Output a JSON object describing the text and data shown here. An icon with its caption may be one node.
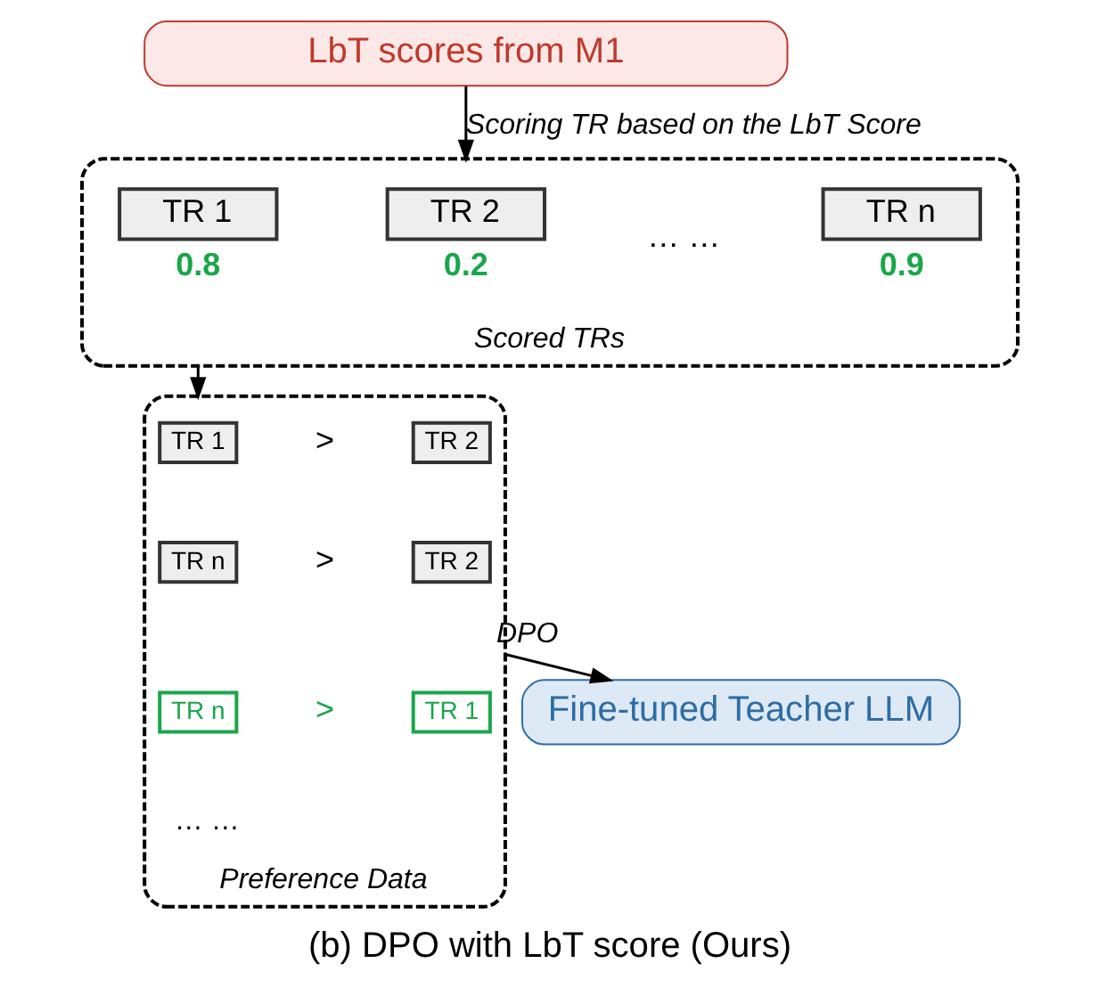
{
  "diagram": {
    "caption": "(b) DPO with LbT score (Ours)",
    "nodes": [
      {
        "text": [
          "LbT scores from M1"
        ]
      },
      {
        "text": [
          "Scored TRs"
        ]
      },
      {
        "text": [
          "TR 1"
        ],
        "in": 1,
        "beside": [
          "0.8"
        ]
      },
      {
        "text": [
          "TR 2"
        ],
        "in": 1,
        "beside": [
          "0.2"
        ]
      },
      {
        "text": [
          "TR n"
        ],
        "in": 1,
        "beside": [
          "0.9"
        ]
      },
      {
        "text": [
          "Preference Data"
        ]
      },
      {
        "text": [
          "TR 1"
        ],
        "in": 5
      },
      {
        "text": [
          "TR 2"
        ],
        "in": 5
      },
      {
        "text": [
          "TR n"
        ],
        "in": 5
      },
      {
        "text": [
          "TR 2"
        ],
        "in": 5
      },
      {
        "text": [
          "TR n"
        ],
        "in": 5
      },
      {
        "text": [
          "TR 1"
        ],
        "in": 5
      },
      {
        "text": [
          "Fine-tuned Teacher LLM"
        ]
      }
    ],
    "edges": [
      {
        "from": 0,
        "to": 1,
        "arrow": "to",
        "label": "Scoring TR based on the LbT Score"
      },
      {
        "from": 1,
        "to": 5,
        "arrow": "to"
      },
      {
        "from": 5,
        "to": 12,
        "arrow": "to",
        "label": "DPO"
      }
    ],
    "labels": [
      "… …",
      ">",
      ">",
      ">",
      "… …"
    ]
  }
}
